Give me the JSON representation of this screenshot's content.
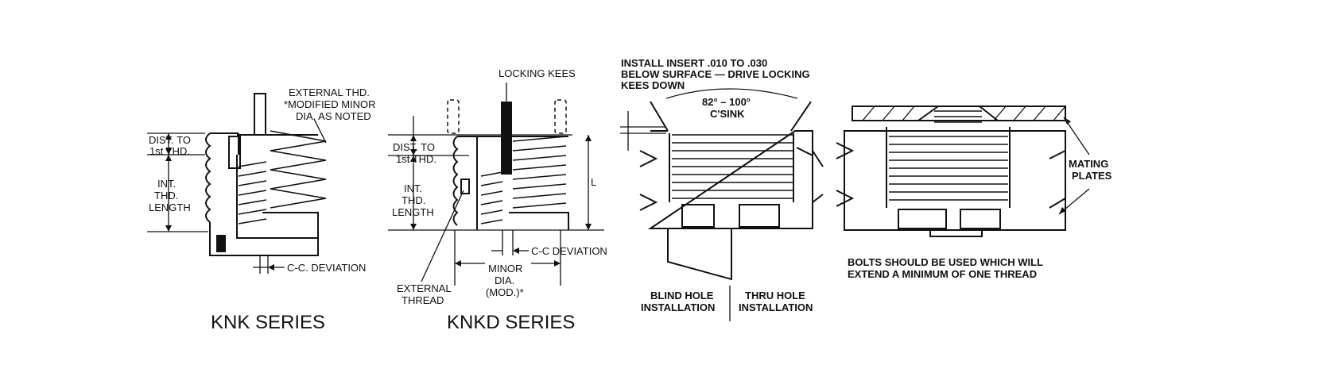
{
  "colors": {
    "ink": "#111111",
    "paper": "#ffffff"
  },
  "knk": {
    "external_thd": [
      "EXTERNAL THD.",
      "*MODIFIED MINOR",
      "DIA. AS NOTED"
    ],
    "dist_to_first_thd": [
      "DIST. TO",
      "1st THD."
    ],
    "int_thd_length": [
      "INT.",
      "THD.",
      "LENGTH"
    ],
    "cc_deviation": "C-C. DEVIATION",
    "series_title": "KNK SERIES"
  },
  "knkd": {
    "locking_kees": "LOCKING KEES",
    "dist_to_first_thd": [
      "DIST. TO",
      "1st THD."
    ],
    "int_thd_length": [
      "INT.",
      "THD.",
      "LENGTH"
    ],
    "length_symbol": "L",
    "cc_deviation": "C-C DEVIATION",
    "minor_dia": [
      "MINOR",
      "DIA.",
      "(MOD.)*"
    ],
    "external_thread": [
      "EXTERNAL",
      "THREAD"
    ],
    "series_title": "KNKD SERIES"
  },
  "install": {
    "note": [
      "INSTALL INSERT .010 TO .030",
      "BELOW SURFACE — DRIVE LOCKING",
      "KEES DOWN"
    ],
    "csink": [
      "82° – 100°",
      "C'SINK"
    ],
    "blind_hole": [
      "BLIND HOLE",
      "INSTALLATION"
    ],
    "thru_hole": [
      "THRU HOLE",
      "INSTALLATION"
    ]
  },
  "mating": {
    "mating_plates": [
      "MATING",
      "PLATES"
    ],
    "bolts_note": [
      "BOLTS SHOULD BE USED WHICH WILL",
      "EXTEND A MINIMUM OF ONE THREAD"
    ]
  }
}
